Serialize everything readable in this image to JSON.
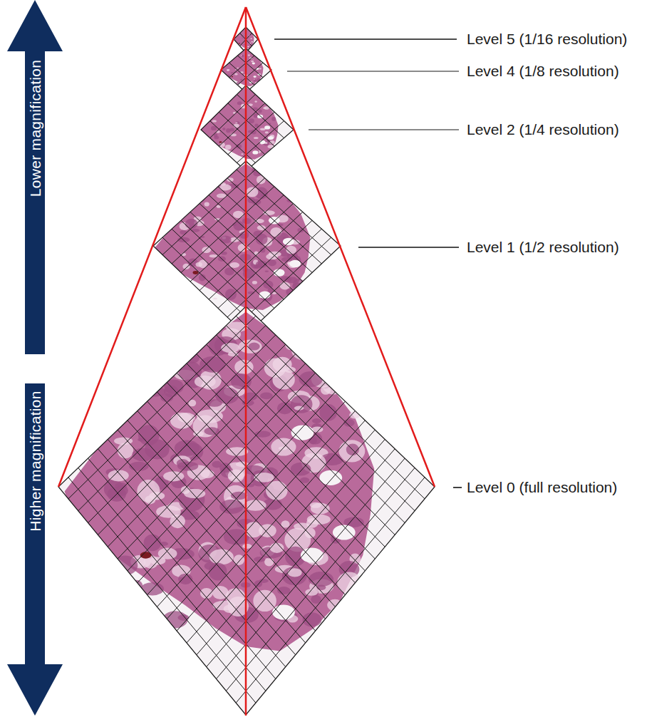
{
  "diagram": {
    "nodes": [
      {
        "text": [
          "Lower magnification"
        ]
      },
      {
        "text": [
          "Higher magnification"
        ]
      }
    ],
    "labels": [
      "Level 5 (1/16 resolution)",
      "Level 4 (1/8 resolution)",
      "Level 2 (1/4 resolution)",
      "Level 1 (1/2 resolution)",
      "Level 0 (full resolution)"
    ]
  }
}
